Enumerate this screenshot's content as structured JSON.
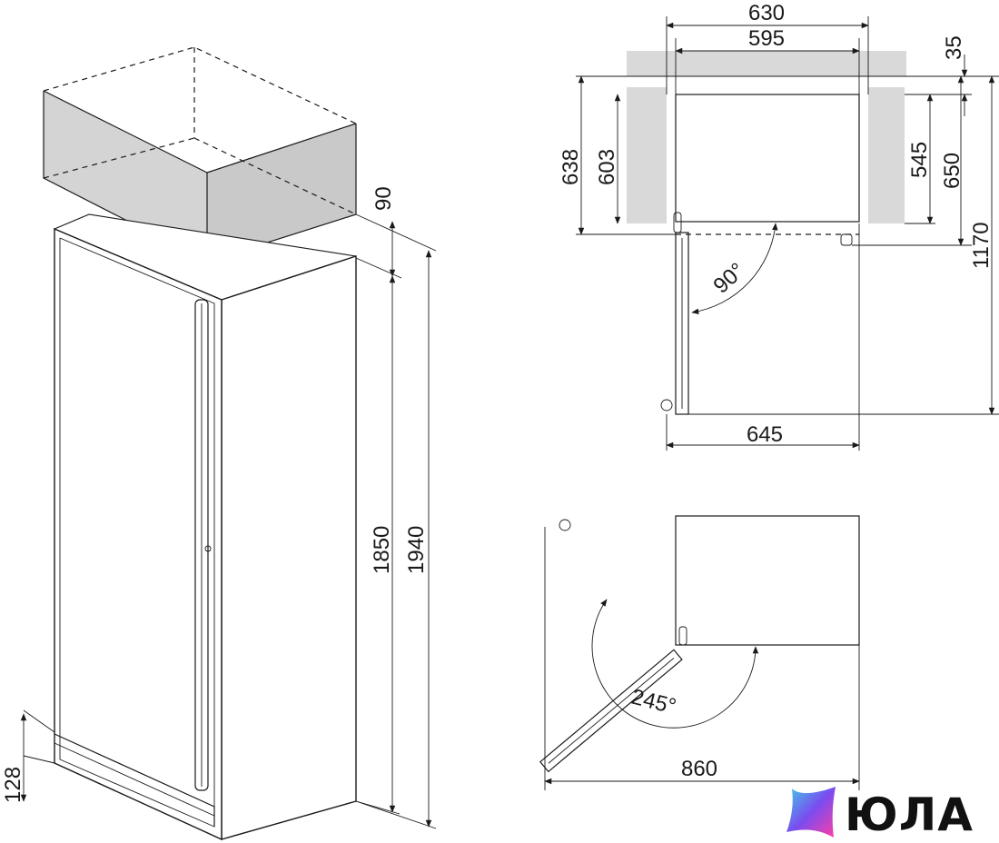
{
  "dimensions": {
    "niche_top_height": "90",
    "appliance_height": "1850",
    "total_height": "1940",
    "plinth_height": "128",
    "niche_width_outer": "630",
    "niche_width_inner": "595",
    "top_gap": "35",
    "depth_outer": "638",
    "depth_inner": "603",
    "depth_545": "545",
    "depth_650": "650",
    "depth_open": "1170",
    "door_open_90": "90°",
    "width_open_90": "645",
    "door_open_245": "245°",
    "width_open_245": "860"
  },
  "logo": {
    "text": "ЮЛА",
    "colors": {
      "from": "#3fd0e6",
      "mid": "#7a4cf0",
      "to": "#ff3fa4"
    }
  }
}
